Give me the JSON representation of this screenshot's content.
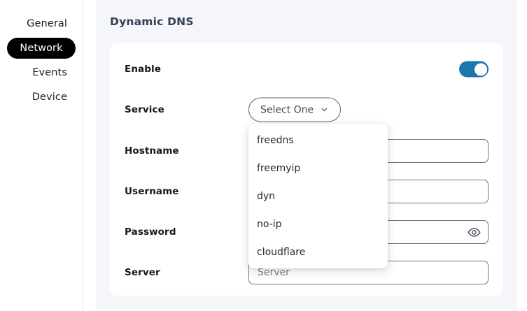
{
  "sidebar": {
    "items": [
      {
        "label": "General",
        "active": false
      },
      {
        "label": "Network",
        "active": true
      },
      {
        "label": "Events",
        "active": false
      },
      {
        "label": "Device",
        "active": false
      }
    ]
  },
  "main": {
    "page_title": "Dynamic DNS",
    "rows": {
      "enable": {
        "label": "Enable",
        "toggle_state": "on"
      },
      "service": {
        "label": "Service",
        "selected_value": "Select One",
        "chevron_icon": "chevron-down-icon",
        "options": [
          "freedns",
          "freemyip",
          "dyn",
          "no-ip",
          "cloudflare"
        ]
      },
      "hostname": {
        "label": "Hostname",
        "value": "",
        "placeholder": ""
      },
      "username": {
        "label": "Username",
        "value": "",
        "placeholder": ""
      },
      "password": {
        "label": "Password",
        "value": "",
        "placeholder": "",
        "reveal_icon": "eye-icon"
      },
      "server": {
        "label": "Server",
        "value": "",
        "placeholder": "Server"
      }
    }
  },
  "colors": {
    "accent_toggle": "#1b78ab",
    "active_nav_bg": "#000000",
    "panel_bg": "#f5f6f9",
    "title_color": "#334155",
    "field_border": "#6b7687"
  }
}
